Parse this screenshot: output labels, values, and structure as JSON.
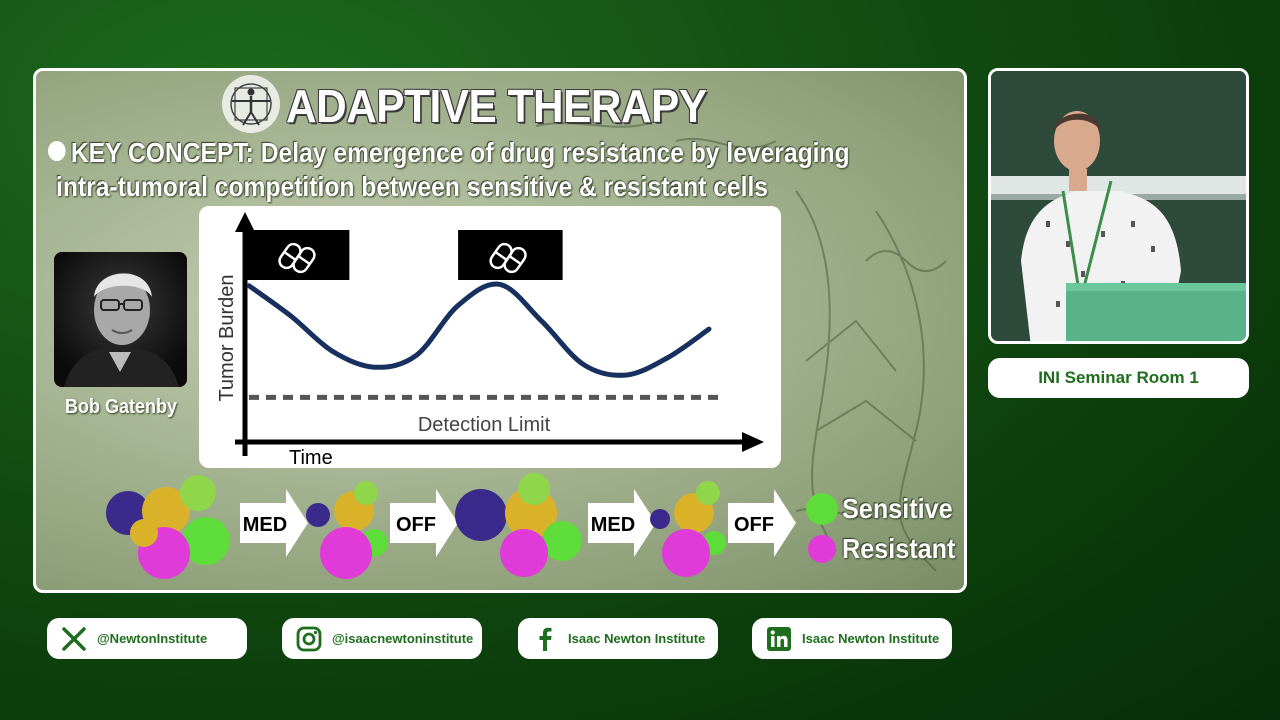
{
  "slide": {
    "title": "ADAPTIVE THERAPY",
    "concept_line1": "KEY CONCEPT: Delay emergence of drug resistance by leveraging",
    "concept_line2": "intra-tumoral competition between sensitive & resistant cells",
    "portrait_name": "Bob Gatenby",
    "flow_labels": [
      "MED",
      "OFF",
      "MED",
      "OFF"
    ],
    "legend": {
      "sensitive": "Sensitive",
      "resistant": "Resistant"
    }
  },
  "chart_data": {
    "type": "line",
    "ylabel": "Tumor Burden",
    "xlabel": "Time",
    "threshold_label": "Detection Limit",
    "series": [
      {
        "values": [
          0.85,
          0.62,
          0.35,
          0.23,
          0.32,
          0.7,
          0.86,
          0.58,
          0.25,
          0.17,
          0.3,
          0.52
        ]
      }
    ],
    "x": [
      0,
      1,
      2,
      3,
      4,
      5,
      6,
      7,
      8,
      9,
      10,
      11
    ],
    "detection_limit": 0.0,
    "ylim": [
      -0.05,
      1.0
    ],
    "treatment_bands": [
      {
        "icon": "pill-icon",
        "start": 0,
        "end": 2.4
      },
      {
        "icon": "pill-icon",
        "start": 5.0,
        "end": 7.5
      }
    ],
    "grid": false,
    "line_color": "#17305e"
  },
  "colors": {
    "brand_green": "#1f6e1f",
    "sensitive": "#5ddc3a",
    "resistant": "#e03ad8",
    "cluster_purple": "#3a2a8c",
    "cluster_yellow": "#d9b22a"
  },
  "room": "INI Seminar Room 1",
  "socials": [
    {
      "icon": "x-icon",
      "label": "@NewtonInstitute"
    },
    {
      "icon": "instagram-icon",
      "label": "@isaacnewtoninstitute"
    },
    {
      "icon": "facebook-icon",
      "label": "Isaac Newton Institute"
    },
    {
      "icon": "linkedin-icon",
      "label": "Isaac Newton Institute"
    }
  ]
}
